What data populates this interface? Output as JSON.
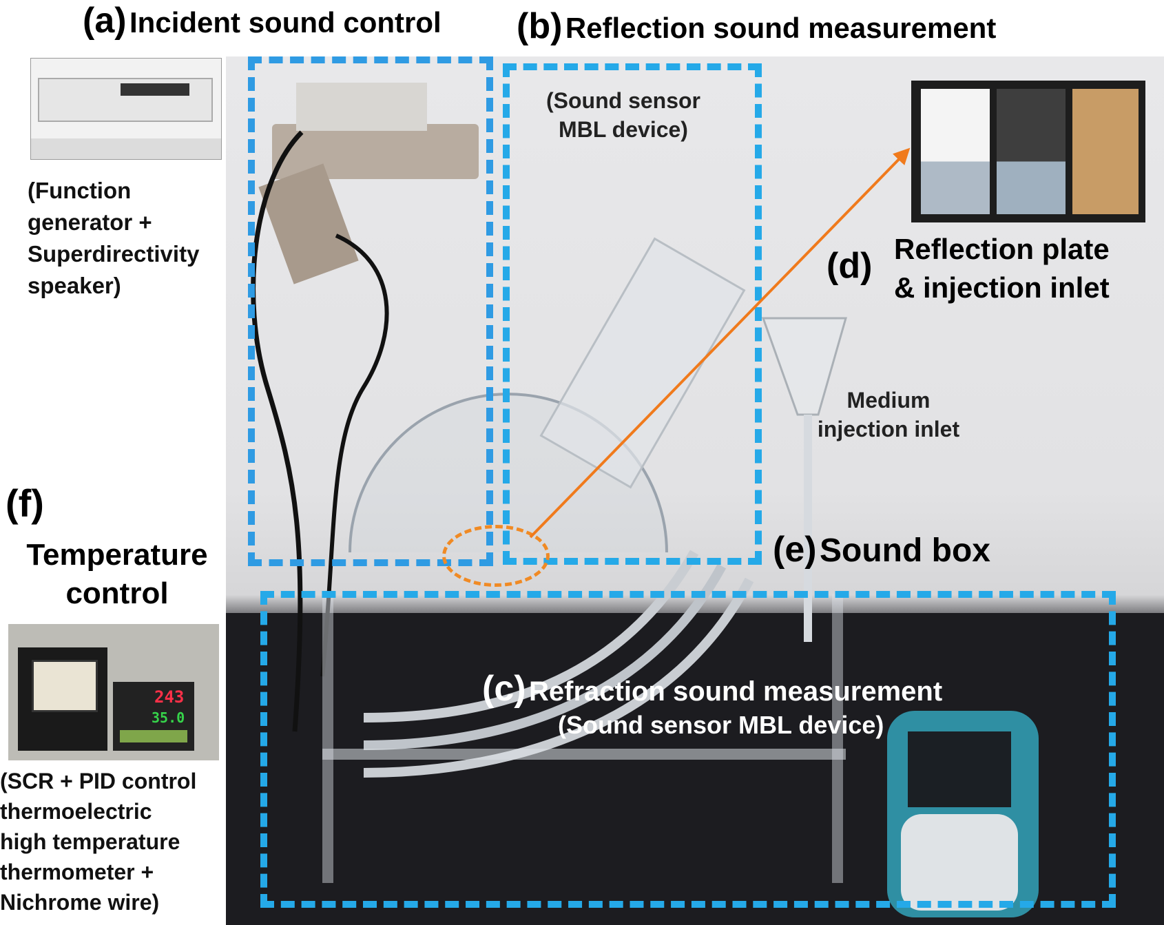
{
  "labels": {
    "a": {
      "letter": "(a)",
      "title": "Incident sound control",
      "caption": [
        "(Function",
        "generator +",
        "Superdirectivity",
        "speaker)"
      ]
    },
    "b": {
      "letter": "(b)",
      "title": "Reflection sound measurement",
      "inner": [
        "(Sound sensor",
        "MBL device)"
      ]
    },
    "c": {
      "letter": "(c)",
      "title": "Refraction sound measurement",
      "subtitle": "(Sound sensor MBL device)"
    },
    "d": {
      "letter": "(d)",
      "title": [
        "Reflection plate",
        "& injection inlet"
      ]
    },
    "e": {
      "letter": "(e)",
      "title": "Sound box"
    },
    "f": {
      "letter": "(f)",
      "title": [
        "Temperature",
        "control"
      ],
      "caption": [
        "(SCR + PID control",
        "thermoelectric",
        "high temperature",
        "thermometer +",
        "Nichrome wire)"
      ]
    },
    "medium": [
      "Medium",
      "injection inlet"
    ]
  },
  "thermo_display": {
    "top": "243",
    "bottom": "35.0"
  },
  "colors": {
    "blue_box": "#2f9be3",
    "light_blue_box": "#25a9e8",
    "arrow": "#f07a1c"
  }
}
